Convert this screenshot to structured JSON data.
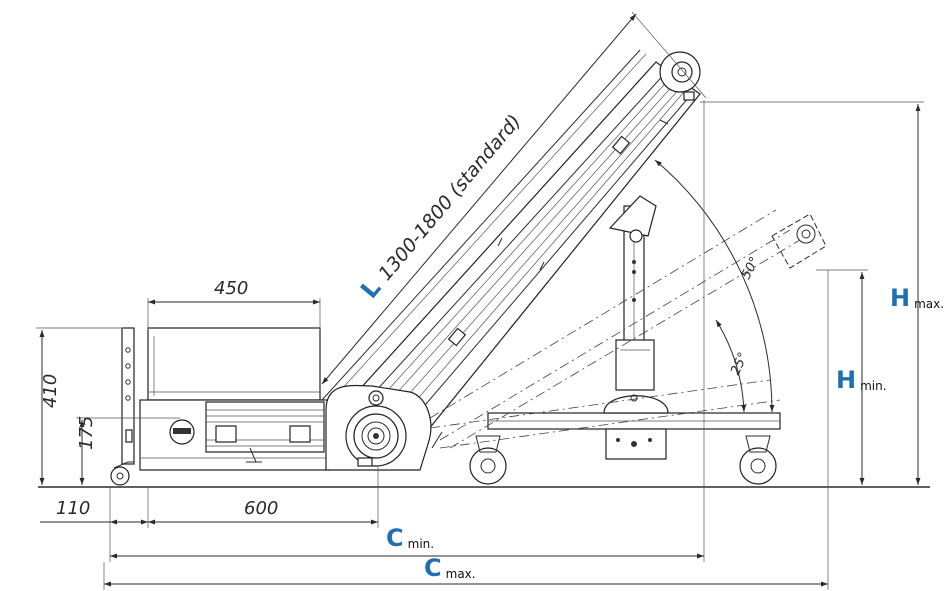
{
  "colors": {
    "accent": "#1f6fb4",
    "line": "#2b2b2b"
  },
  "dimensions": {
    "width_top": "450",
    "height_total": "410",
    "height_axis": "175",
    "left_offset": "110",
    "base_length": "600",
    "conveyor_length": "1300-1800 (standard)",
    "angle_max": "50°",
    "angle_min": "25°"
  },
  "keys": {
    "length": "L",
    "h_max": {
      "letter": "H",
      "sub": "max."
    },
    "h_min": {
      "letter": "H",
      "sub": "min."
    },
    "c_min": {
      "letter": "C",
      "sub": "min."
    },
    "c_max": {
      "letter": "C",
      "sub": "max."
    }
  }
}
